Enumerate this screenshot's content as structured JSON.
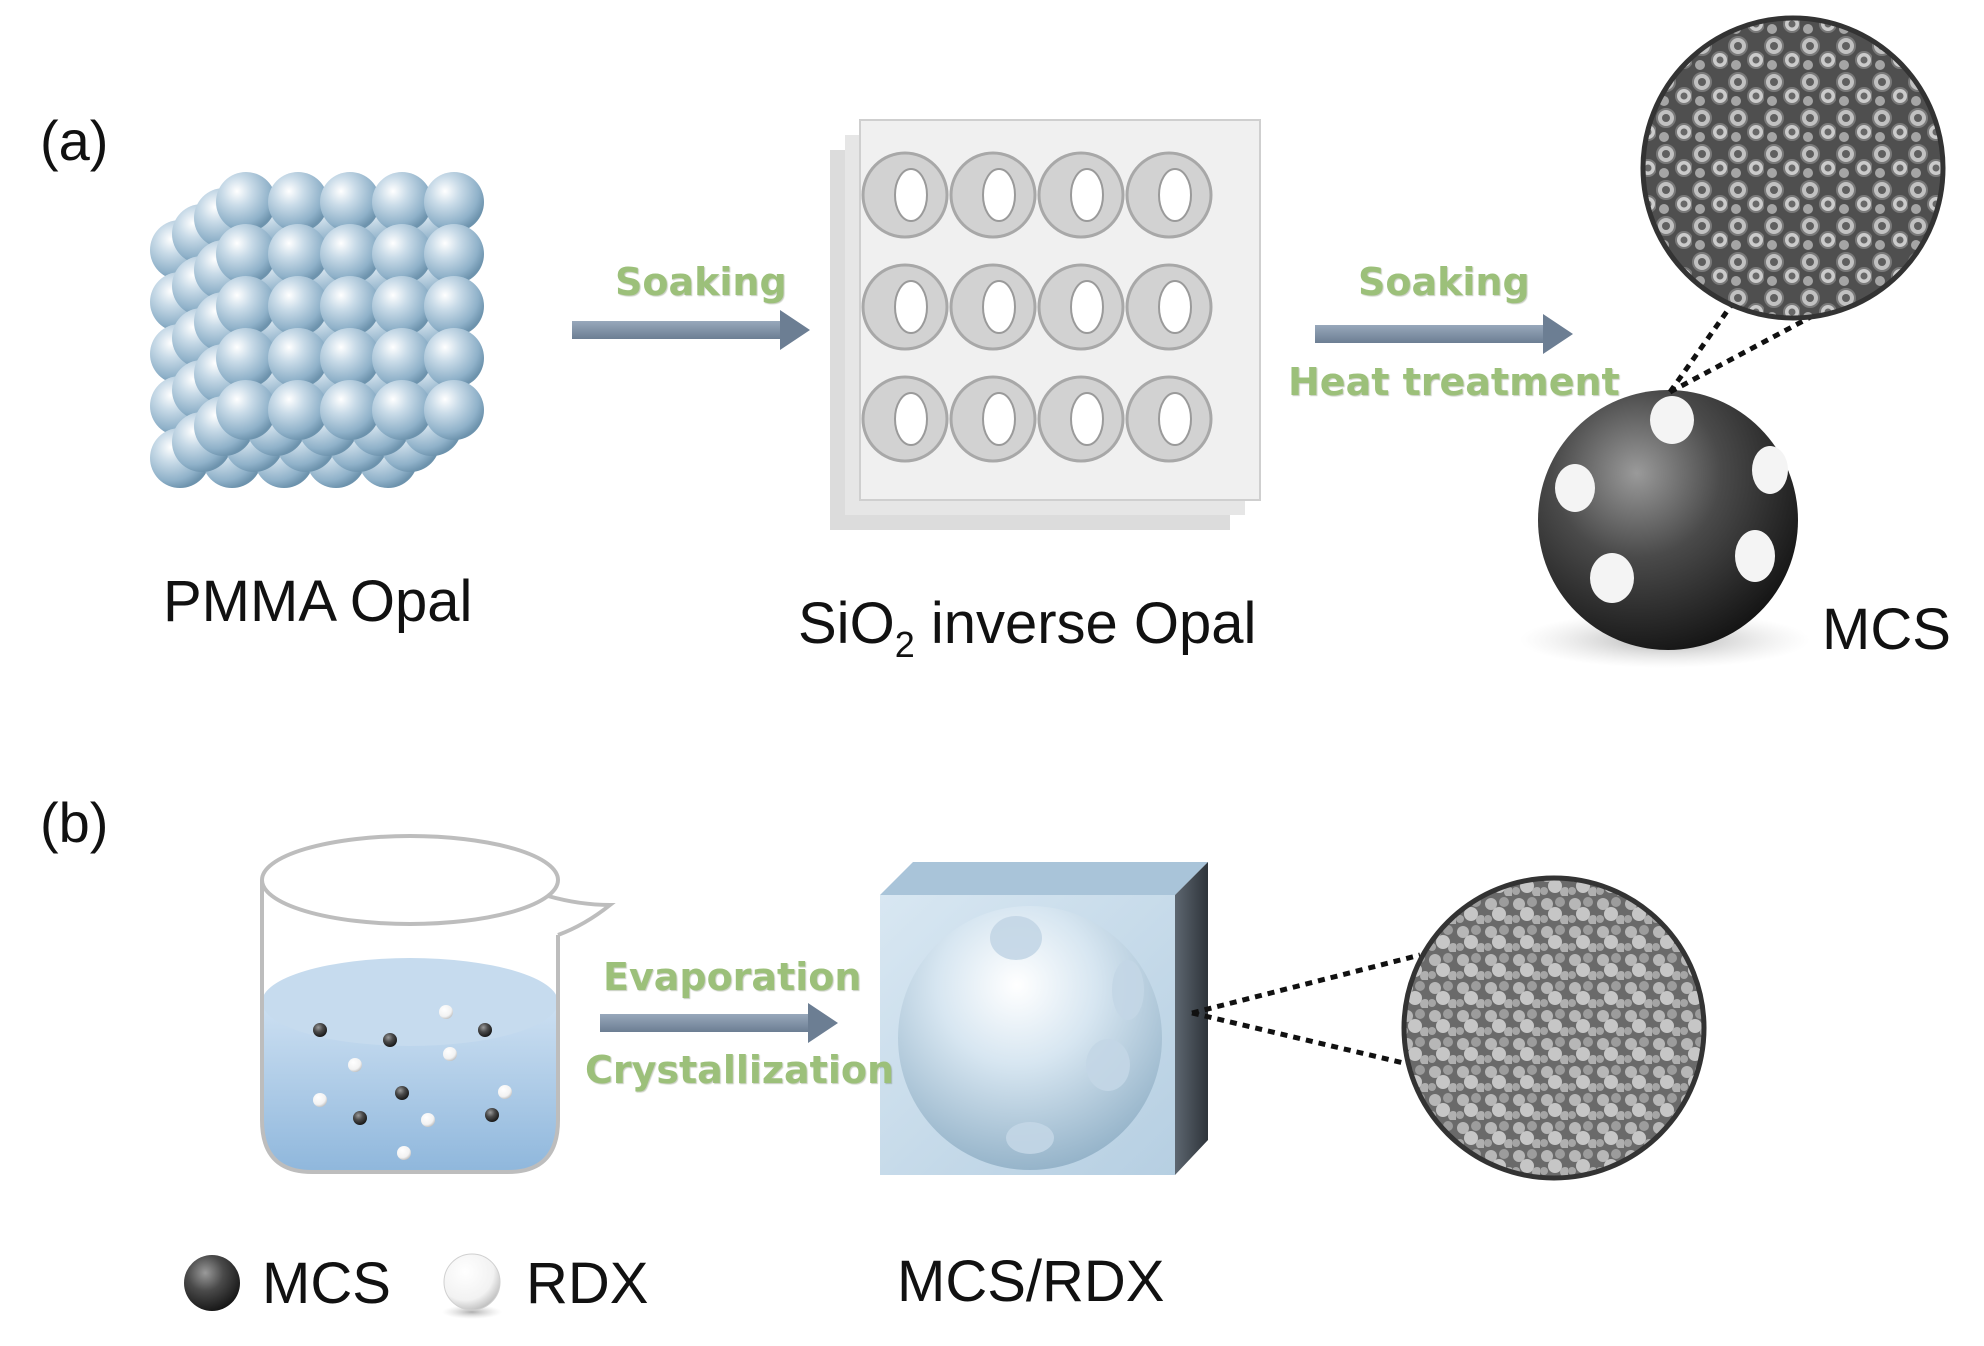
{
  "panels": {
    "a": {
      "label": "(a)",
      "pmma_caption": "PMMA Opal",
      "sio2_caption_main": "SiO",
      "sio2_caption_sub": "2",
      "sio2_caption_rest": " inverse Opal",
      "mcs_caption": "MCS",
      "step1": "Soaking",
      "step2_line1": "Soaking",
      "step2_line2": "Heat treatment"
    },
    "b": {
      "label": "(b)",
      "step_line1": "Evaporation",
      "step_line2": "Crystallization",
      "product_caption": "MCS/RDX",
      "legend": [
        {
          "label": "MCS",
          "icon": "dark-sphere-icon"
        },
        {
          "label": "RDX",
          "icon": "white-sphere-icon"
        }
      ]
    }
  },
  "colors": {
    "sphere_blue": "#a9c4d8",
    "arrow": "#7d8ea3",
    "step_text": "#9cc07a",
    "solution": "#a9c9e6",
    "carbon_sphere": "#3a3a3a"
  }
}
